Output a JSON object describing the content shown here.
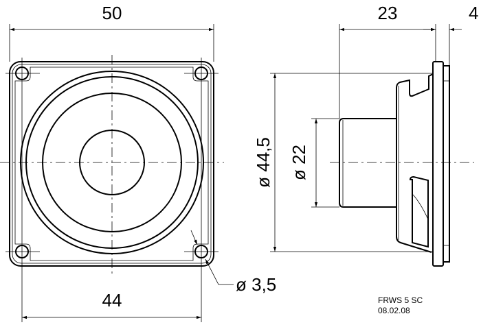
{
  "dimensions": {
    "front_width": "50",
    "hole_spacing": "44",
    "hole_diameter": "ø 3,5",
    "depth": "23",
    "flange_thickness": "4",
    "outer_diameter": "ø 44,5",
    "magnet_diameter": "ø 22"
  },
  "title_block": {
    "model": "FRWS 5 SC",
    "date": "08.02.08"
  }
}
